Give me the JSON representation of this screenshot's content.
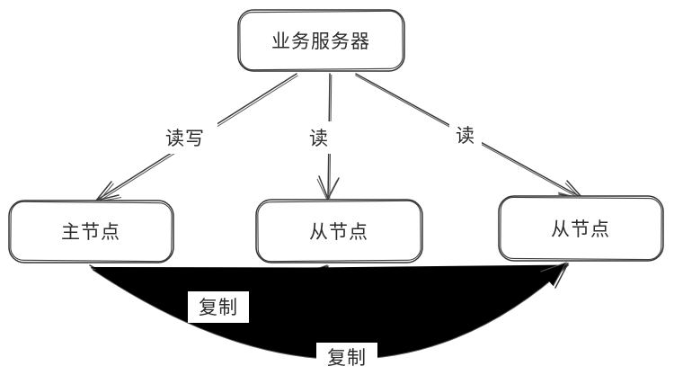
{
  "colors": {
    "background": "#ffffff",
    "stroke": "#343434",
    "text": "#2b2b2b"
  },
  "diagram": {
    "type": "architecture-diagram",
    "style": "hand-drawn-sketch",
    "nodes": {
      "business_server": {
        "label": "业务服务器"
      },
      "master_node": {
        "label": "主节点"
      },
      "slave_node_1": {
        "label": "从节点"
      },
      "slave_node_2": {
        "label": "从节点"
      }
    },
    "edges": {
      "read_write": {
        "label": "读写",
        "from": "business_server",
        "to": "master_node"
      },
      "read_1": {
        "label": "读",
        "from": "business_server",
        "to": "slave_node_1"
      },
      "read_2": {
        "label": "读",
        "from": "business_server",
        "to": "slave_node_2"
      },
      "replicate_1": {
        "label": "复制",
        "from": "master_node",
        "to": "slave_node_1"
      },
      "replicate_2": {
        "label": "复制",
        "from": "master_node",
        "to": "slave_node_2"
      }
    }
  }
}
